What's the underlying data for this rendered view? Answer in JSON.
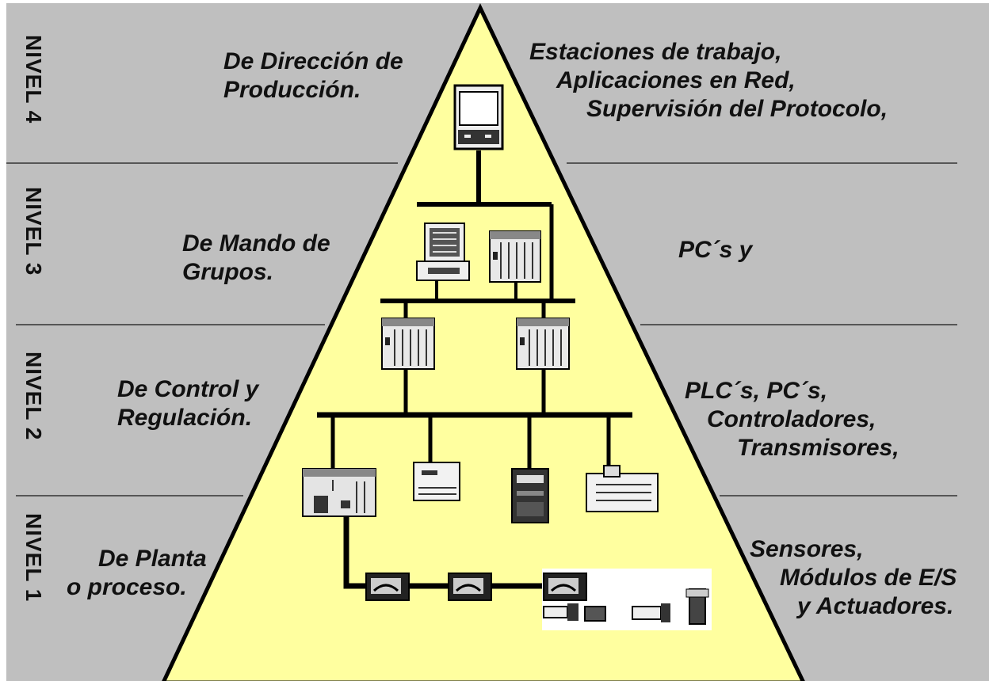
{
  "colors": {
    "background": "#bfbfbf",
    "pyramid_fill": "#ffff9f",
    "pyramid_stroke": "#000000",
    "text": "#111111",
    "device_dark": "#333333"
  },
  "levels": [
    {
      "level_label": "NIVEL 4",
      "left_lines": [
        "De Dirección de",
        "Producción."
      ],
      "right_lines": [
        "Estaciones de trabajo,",
        "Aplicaciones en Red,",
        "Supervisión del Protocolo,"
      ]
    },
    {
      "level_label": "NIVEL 3",
      "left_lines": [
        "De Mando de",
        "Grupos."
      ],
      "right_lines": [
        "PC´s y"
      ]
    },
    {
      "level_label": "NIVEL 2",
      "left_lines": [
        "De Control y",
        "Regulación."
      ],
      "right_lines": [
        "PLC´s, PC´s,",
        "Controladores,",
        "Transmisores,"
      ]
    },
    {
      "level_label": "NIVEL 1",
      "left_lines": [
        "De Planta",
        "o proceso."
      ],
      "right_lines": [
        "Sensores,",
        "Módulos de E/S",
        "y Actuadores."
      ]
    }
  ],
  "devices": [
    {
      "name": "workstation-terminal-icon"
    },
    {
      "name": "pc-computer-icon"
    },
    {
      "name": "rack-controller-icon"
    },
    {
      "name": "plc-icon"
    },
    {
      "name": "io-module-icon"
    },
    {
      "name": "controller-panel-icon"
    },
    {
      "name": "transmitter-icon"
    },
    {
      "name": "sensor-module-icon"
    },
    {
      "name": "actuator-icon"
    }
  ]
}
